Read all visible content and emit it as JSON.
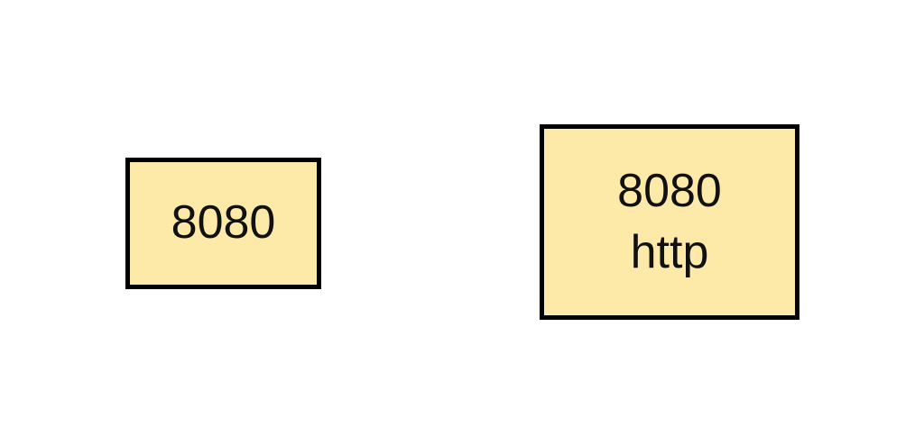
{
  "colors": {
    "box_fill": "#fde9a8",
    "box_border": "#000000",
    "background": "#ffffff"
  },
  "boxes": [
    {
      "port": "8080",
      "protocol": ""
    },
    {
      "port": "8080",
      "protocol": "http"
    }
  ]
}
